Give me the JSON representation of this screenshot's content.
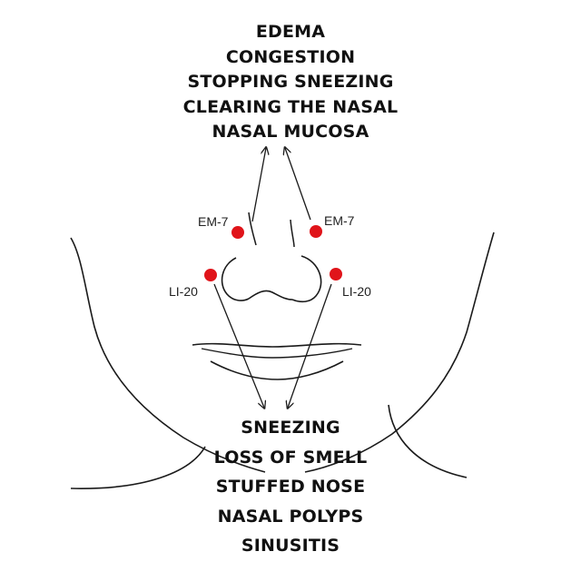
{
  "colors": {
    "point": "#e0141a",
    "line": "#1a1a1a",
    "text": "#111111"
  },
  "upper_effects": [
    "EDEMA",
    "CONGESTION",
    "STOPPING SNEEZING",
    "CLEARING THE NASAL",
    "NASAL MUCOSA"
  ],
  "lower_effects": [
    "SNEEZING",
    "LOSS OF SMELL",
    "STUFFED NOSE",
    "NASAL POLYPS",
    "SINUSITIS"
  ],
  "points": {
    "em7_left": "EM-7",
    "em7_right": "EM-7",
    "li20_left": "LI-20",
    "li20_right": "LI-20"
  }
}
